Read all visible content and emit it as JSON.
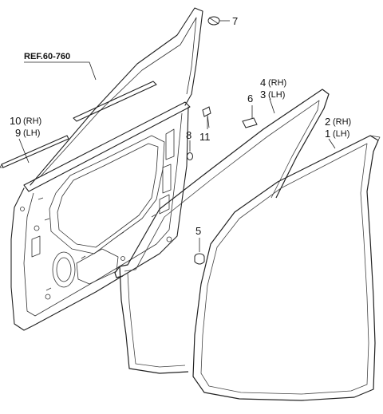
{
  "reference": {
    "text": "REF.60-760"
  },
  "callouts": [
    {
      "id": "c7",
      "number": "7",
      "side": ""
    },
    {
      "id": "c6",
      "number": "6",
      "side": ""
    },
    {
      "id": "c4",
      "number": "4",
      "side": "(RH)"
    },
    {
      "id": "c3",
      "number": "3",
      "side": "(LH)"
    },
    {
      "id": "c10",
      "number": "10",
      "side": "(RH)"
    },
    {
      "id": "c9",
      "number": "9",
      "side": "(LH)"
    },
    {
      "id": "c2",
      "number": "2",
      "side": "(RH)"
    },
    {
      "id": "c1",
      "number": "1",
      "side": "(LH)"
    },
    {
      "id": "c8",
      "number": "8",
      "side": ""
    },
    {
      "id": "c11",
      "number": "11",
      "side": ""
    },
    {
      "id": "c5",
      "number": "5",
      "side": ""
    }
  ]
}
